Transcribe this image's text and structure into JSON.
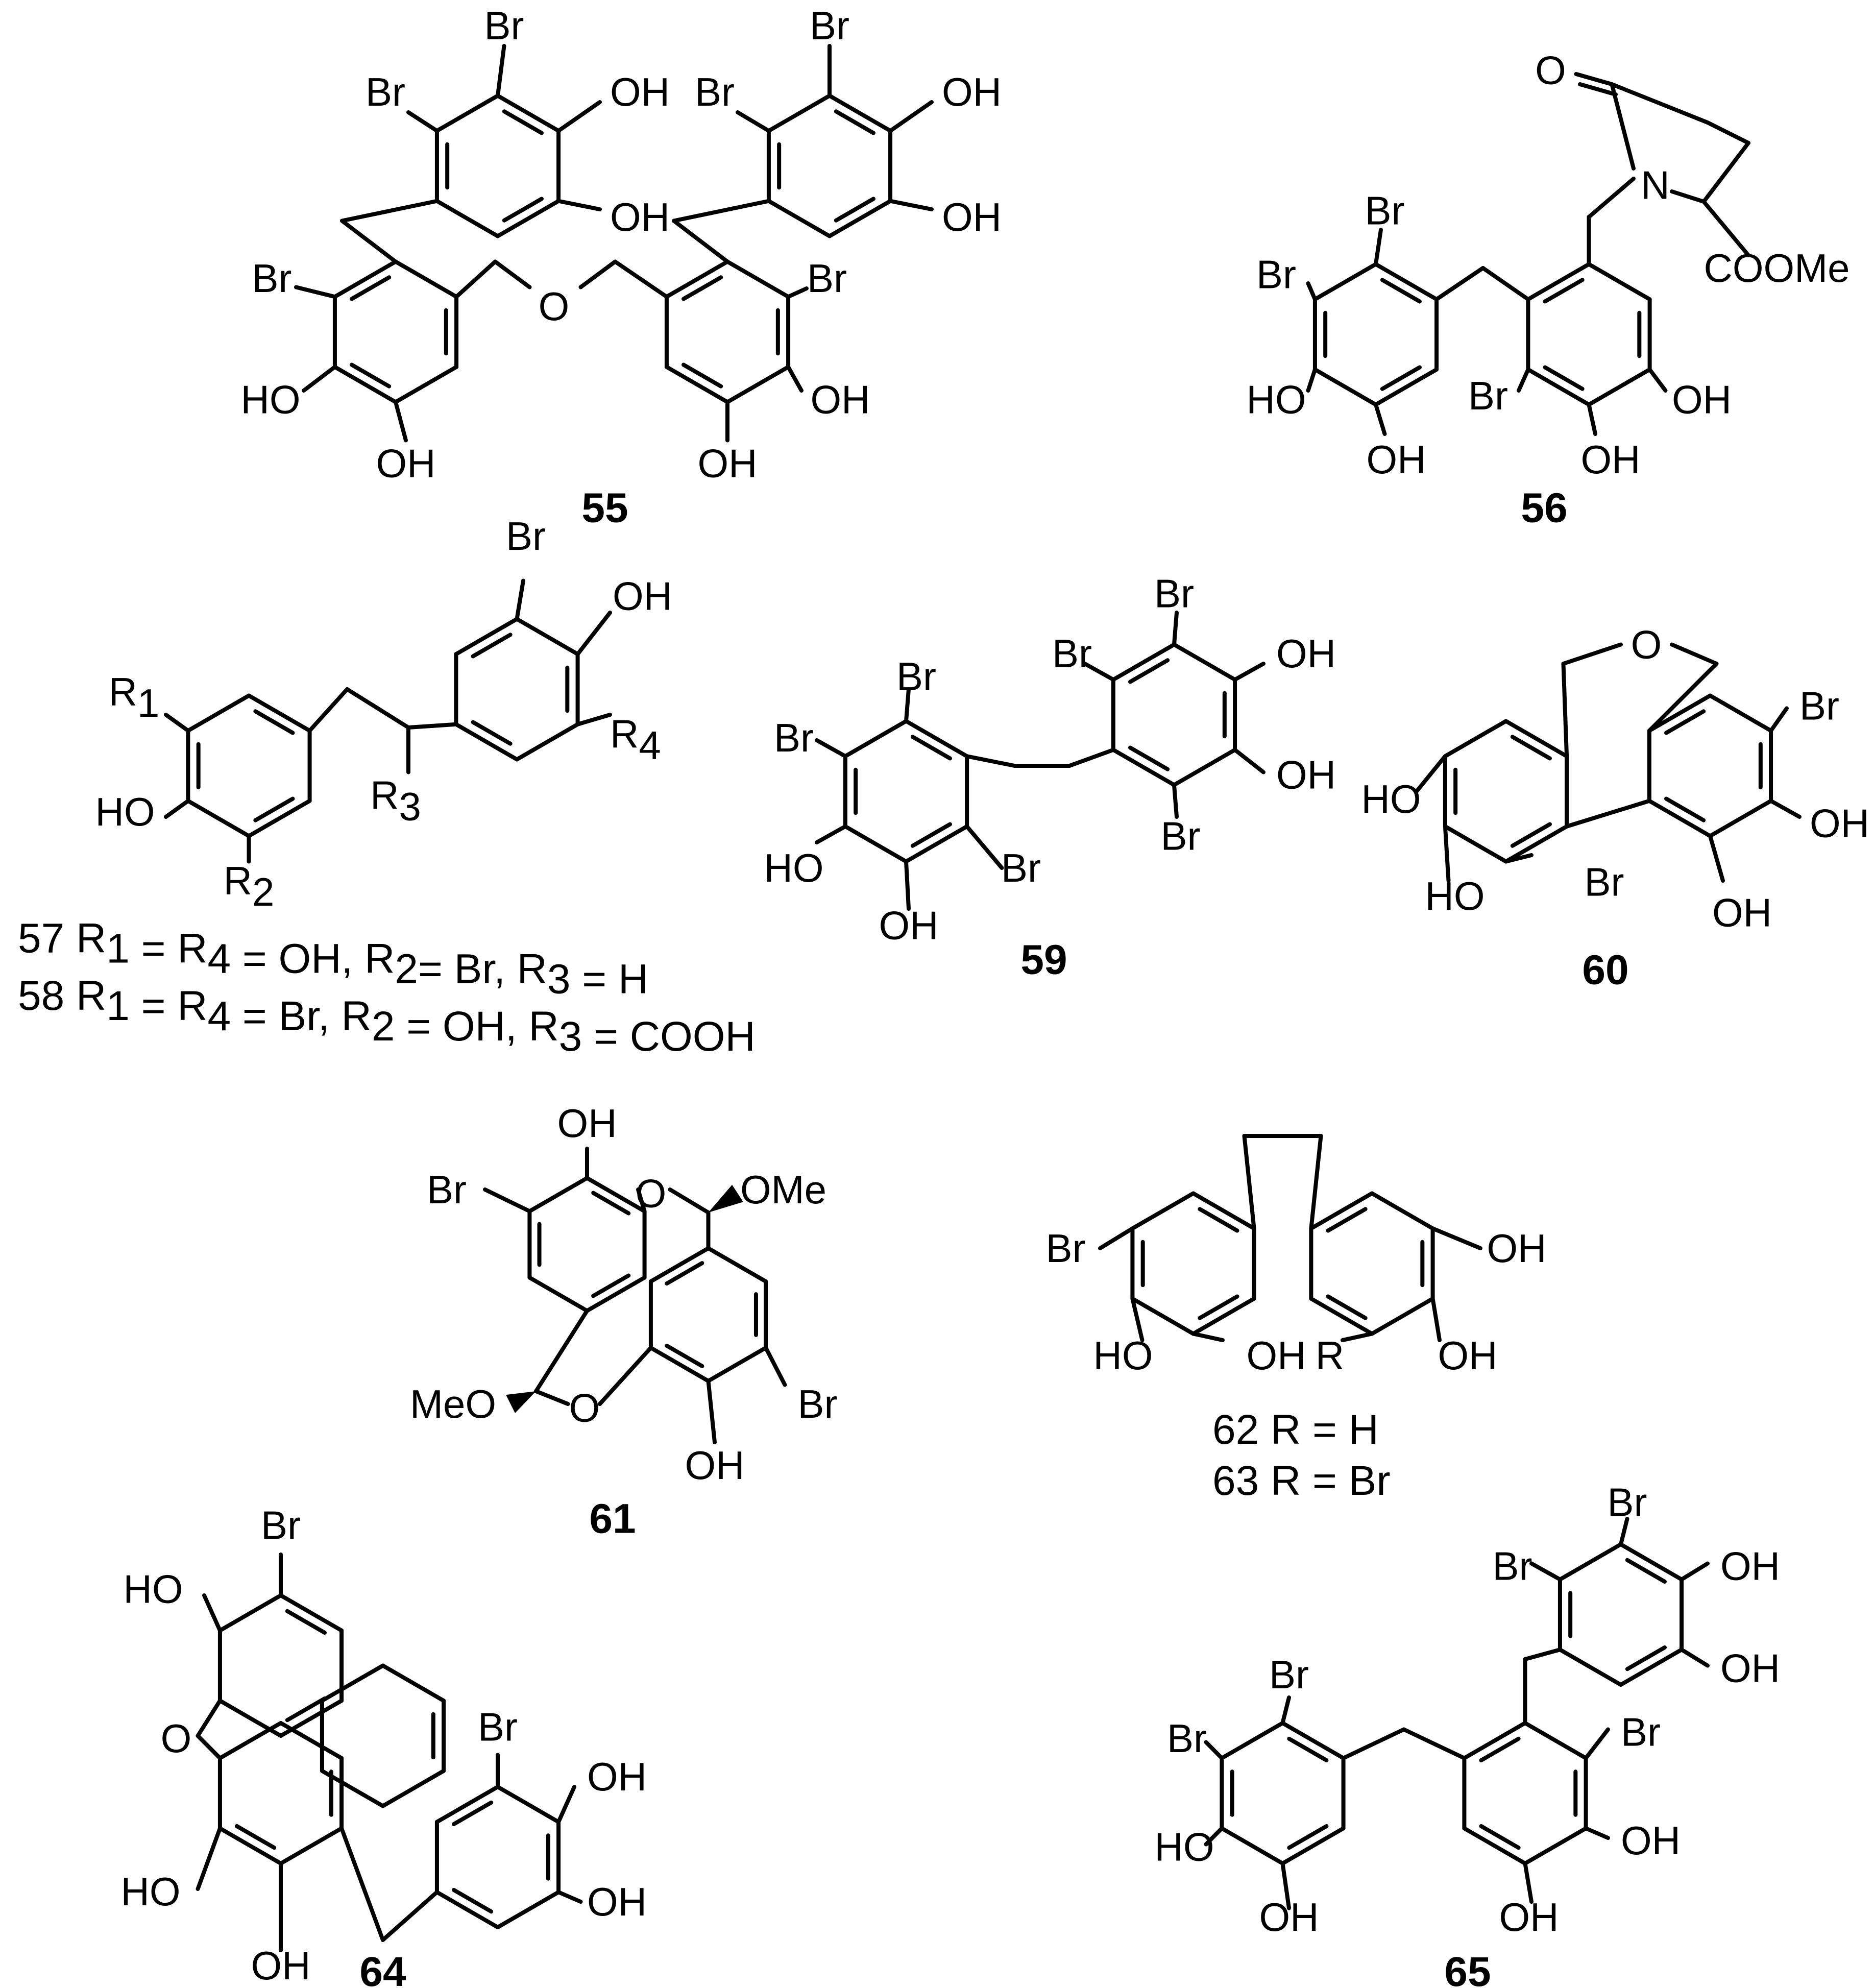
{
  "compounds": [
    {
      "id": "c55",
      "number": "55",
      "labels": [
        "Br",
        "Br",
        "OH",
        "OH",
        "Br",
        "Br",
        "OH",
        "OH",
        "Br",
        "O",
        "Br",
        "HO",
        "OH",
        "OH",
        "OH"
      ]
    },
    {
      "id": "c56",
      "number": "56",
      "labels": [
        "O",
        "N",
        "COOMe",
        "Br",
        "Br",
        "HO",
        "OH",
        "Br",
        "OH",
        "OH"
      ]
    },
    {
      "id": "c57_58",
      "number": "57/58",
      "labels": [
        "Br",
        "OH",
        "R1",
        "R4",
        "R3",
        "HO",
        "R2"
      ],
      "variants": [
        {
          "number": "57",
          "text": "R1 = R4 = OH, R2= Br, R3 =  H"
        },
        {
          "number": "58",
          "text": "R1 = R4 = Br, R2 = OH, R3 = COOH"
        }
      ]
    },
    {
      "id": "c59",
      "number": "59",
      "labels": [
        "Br",
        "Br",
        "OH",
        "Br",
        "Br",
        "OH",
        "Br",
        "HO",
        "Br",
        "OH"
      ]
    },
    {
      "id": "c60",
      "number": "60",
      "labels": [
        "O",
        "Br",
        "HO",
        "OH",
        "HO",
        "Br",
        "OH"
      ]
    },
    {
      "id": "c61",
      "number": "61",
      "labels": [
        "OH",
        "Br",
        "O",
        "OMe",
        "MeO",
        "O",
        "Br",
        "OH"
      ]
    },
    {
      "id": "c62_63",
      "number": "62/63",
      "labels": [
        "Br",
        "OH",
        "HO",
        "OH",
        "R",
        "OH"
      ],
      "variants": [
        {
          "number": "62",
          "text": "R = H"
        },
        {
          "number": "63",
          "text": "R = Br"
        }
      ]
    },
    {
      "id": "c64",
      "number": "64",
      "labels": [
        "Br",
        "HO",
        "O",
        "Br",
        "OH",
        "HO",
        "OH",
        "OH"
      ]
    },
    {
      "id": "c65",
      "number": "65",
      "labels": [
        "Br",
        "Br",
        "OH",
        "OH",
        "Br",
        "Br",
        "Br",
        "HO",
        "OH",
        "OH",
        "OH"
      ]
    }
  ]
}
